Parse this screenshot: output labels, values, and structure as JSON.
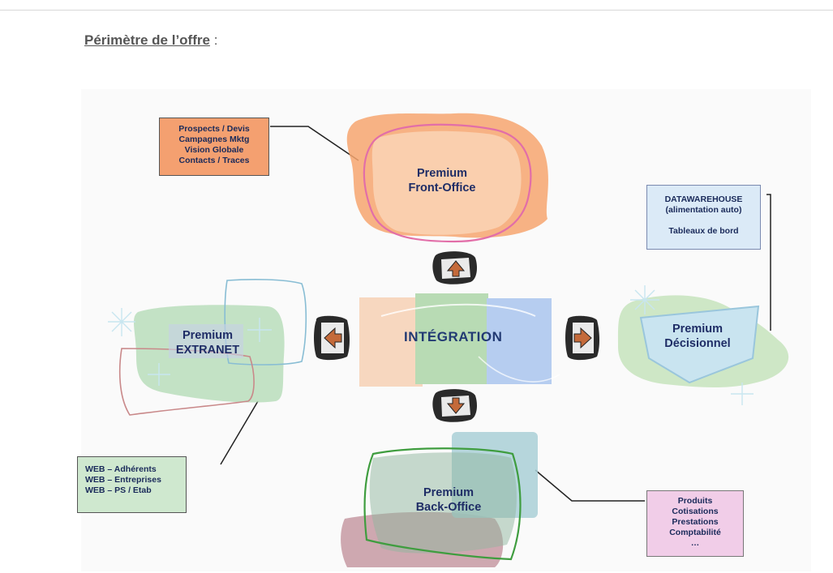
{
  "heading": {
    "title": "Périmètre de l’offre",
    "colon": ":"
  },
  "center": {
    "label": "INTÉGRATION"
  },
  "modules": {
    "front": [
      "Premium",
      "Front-Office"
    ],
    "extranet": [
      "Premium",
      "EXTRANET"
    ],
    "decision": [
      "Premium",
      "Décisionnel"
    ],
    "back": [
      "Premium",
      "Back-Office"
    ]
  },
  "callouts": {
    "front": [
      "Prospects / Devis",
      "Campagnes Mktg",
      "Vision Globale",
      "Contacts / Traces"
    ],
    "decision": [
      "DATAWAREHOUSE",
      "(alimentation auto)",
      "",
      "Tableaux de bord"
    ],
    "extranet": [
      "WEB – Adhérents",
      "WEB – Entreprises",
      "WEB – PS / Etab"
    ],
    "back": [
      "Produits",
      "Cotisations",
      "Prestations",
      "Comptabilité",
      "…"
    ]
  },
  "colors": {
    "front": "#f4a470",
    "front_callout": "#f4a070",
    "extranet": "#b5dcb8",
    "extranet_callout": "#cfe8cf",
    "decision": "#c8e3c0",
    "decision_arrow": "#c9e4f0",
    "decision_callout": "#dbeaf7",
    "back_purple": "#c9a0a8",
    "back_teal": "#a9cfd6",
    "back_callout": "#f1cde8",
    "integration_orange": "#f7d7bf",
    "integration_green": "#b8dbb4",
    "integration_blue": "#b6cdf0"
  },
  "icons": [
    "arrow-up-icon",
    "arrow-left-icon",
    "arrow-right-icon",
    "arrow-down-icon"
  ]
}
